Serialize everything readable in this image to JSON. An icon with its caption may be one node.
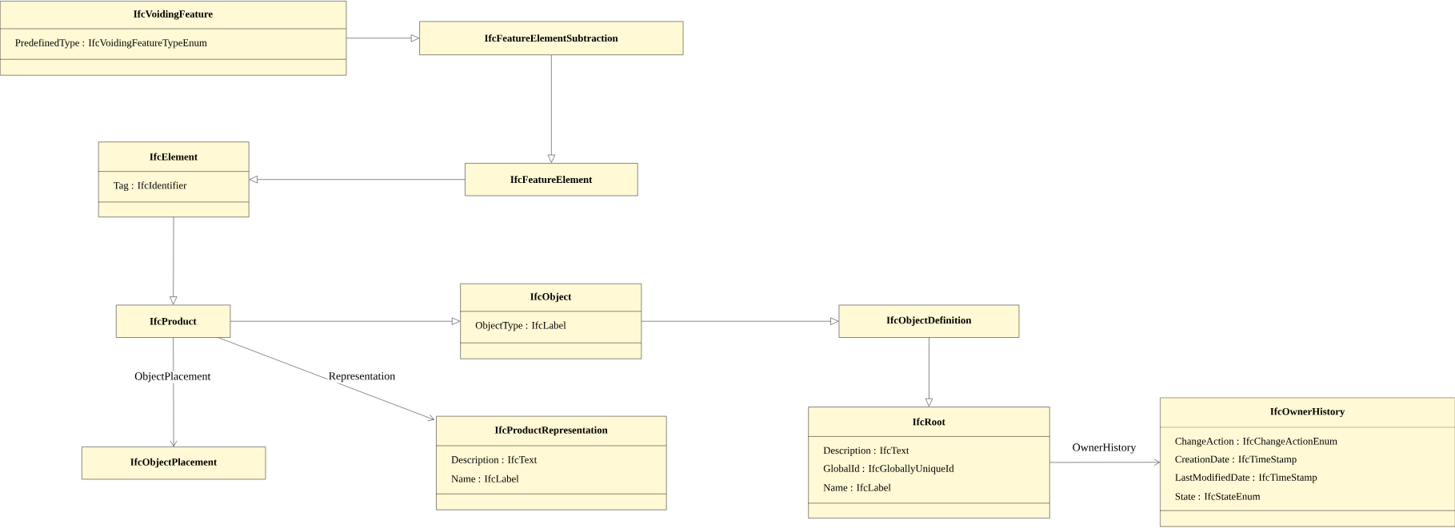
{
  "diagram": {
    "nodes": [
      {
        "text": [
          "IfcVoidingFeature",
          "PredefinedType : IfcVoidingFeatureTypeEnum"
        ]
      },
      {
        "text": [
          "IfcFeatureElementSubtraction"
        ]
      },
      {
        "text": [
          "IfcElement",
          "Tag : IfcIdentifier"
        ]
      },
      {
        "text": [
          "IfcFeatureElement"
        ]
      },
      {
        "text": [
          "IfcProduct"
        ]
      },
      {
        "text": [
          "IfcObject",
          "ObjectType : IfcLabel"
        ]
      },
      {
        "text": [
          "IfcObjectDefinition"
        ]
      },
      {
        "text": [
          "IfcObjectPlacement"
        ]
      },
      {
        "text": [
          "IfcProductRepresentation",
          "Description : IfcText",
          "Name : IfcLabel"
        ]
      },
      {
        "text": [
          "IfcRoot",
          "Description : IfcText",
          "GlobalId : IfcGloballyUniqueId",
          "Name : IfcLabel"
        ]
      },
      {
        "text": [
          "IfcOwnerHistory",
          "ChangeAction : IfcChangeActionEnum",
          "CreationDate : IfcTimeStamp",
          "LastModifiedDate : IfcTimeStamp",
          "State : IfcStateEnum"
        ]
      }
    ],
    "edges": [
      {
        "from": 0,
        "to": 1,
        "arrow": "to"
      },
      {
        "from": 1,
        "to": 3,
        "arrow": "to"
      },
      {
        "from": 3,
        "to": 2,
        "arrow": "to"
      },
      {
        "from": 2,
        "to": 4,
        "arrow": "to"
      },
      {
        "from": 4,
        "to": 5,
        "arrow": "to"
      },
      {
        "from": 5,
        "to": 6,
        "arrow": "to"
      },
      {
        "from": 6,
        "to": 9,
        "arrow": "to"
      },
      {
        "from": 4,
        "to": 7,
        "arrow": "to",
        "label": "ObjectPlacement"
      },
      {
        "from": 4,
        "to": 8,
        "arrow": "to",
        "label": "Representation"
      },
      {
        "from": 9,
        "to": 10,
        "arrow": "to",
        "label": "OwnerHistory"
      }
    ]
  }
}
